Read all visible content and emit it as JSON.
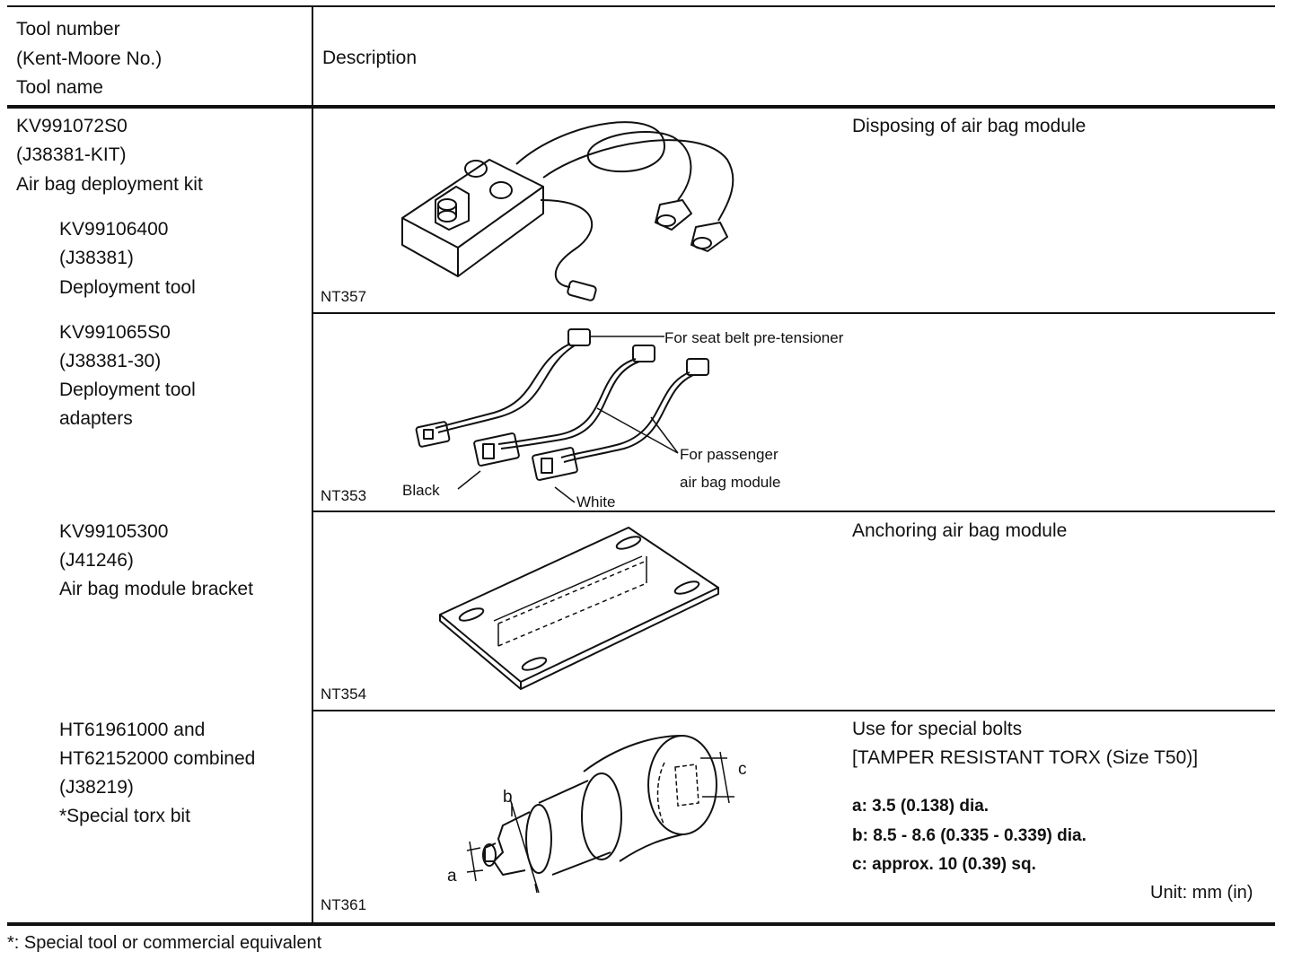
{
  "header": {
    "col1_line1": "Tool number",
    "col1_line2": "(Kent-Moore No.)",
    "col1_line3": "Tool name",
    "col2": "Description"
  },
  "rows": [
    {
      "tool_lines": [
        "KV991072S0",
        "(J38381-KIT)",
        "Air bag deployment kit"
      ],
      "sub_tool_lines": [
        "KV99106400",
        "(J38381)",
        "Deployment tool"
      ],
      "fig_code": "NT357",
      "description": [
        "Disposing of air bag module"
      ]
    },
    {
      "tool_lines": [
        "KV991065S0",
        "(J38381-30)",
        "Deployment tool",
        "adapters"
      ],
      "fig_code": "NT353",
      "callouts": {
        "seat_belt": "For seat belt pre-tensioner",
        "passenger_1": "For passenger",
        "passenger_2": "air bag module",
        "black": "Black",
        "white": "White"
      }
    },
    {
      "tool_lines": [
        "KV99105300",
        "(J41246)",
        "Air bag module bracket"
      ],
      "fig_code": "NT354",
      "description": [
        "Anchoring air bag module"
      ]
    },
    {
      "tool_lines": [
        "HT61961000 and",
        "HT62152000 combined",
        "(J38219)",
        "*Special torx bit"
      ],
      "fig_code": "NT361",
      "description": [
        "Use for special bolts",
        "[TAMPER RESISTANT TORX (Size T50)]"
      ],
      "specs": [
        "a: 3.5 (0.138) dia.",
        "b: 8.5 - 8.6 (0.335 - 0.339) dia.",
        "c: approx. 10 (0.39) sq."
      ],
      "unit": "Unit: mm (in)",
      "dim_labels": {
        "a": "a",
        "b": "b",
        "c": "c"
      }
    }
  ],
  "footnote": "*: Special tool or commercial equivalent"
}
